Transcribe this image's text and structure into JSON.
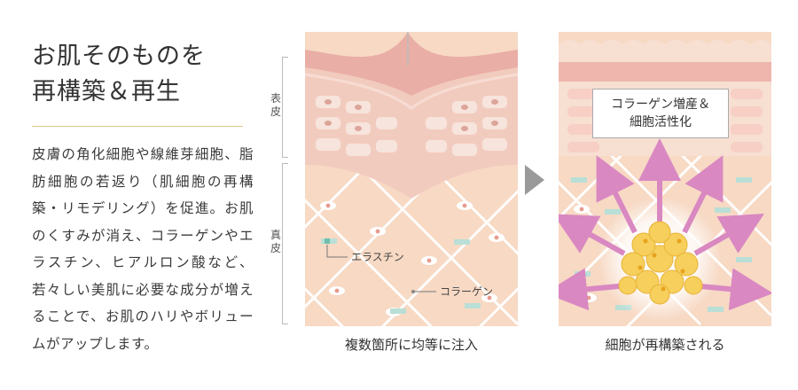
{
  "heading": {
    "line1": "お肌そのものを",
    "line2": "再構築＆再生"
  },
  "body_text": "皮膚の角化細胞や線維芽細胞、脂肪細胞の若返り（肌細胞の再構築・リモデリング）を促進。お肌のくすみが消え、コラーゲンやエラスチン、ヒアルロン酸など、若々しい美肌に必要な成分が増えることで、お肌のハリやボリュームがアップします。",
  "layers": {
    "epidermis": "表皮",
    "dermis": "真皮"
  },
  "left_panel": {
    "callout_elastin": "エラスチン",
    "callout_collagen": "コラーゲン",
    "caption": "複数箇所に均等に注入"
  },
  "right_panel": {
    "box_line1": "コラーゲン増産＆",
    "box_line2": "細胞活性化",
    "caption": "細胞が再構築される"
  },
  "colors": {
    "epidermis_band": "#efbcb6",
    "dermis": "#f7d9c4",
    "fiber": "#ffffff",
    "elastin": "#b9dfd6",
    "arrow": "#d988c1",
    "fat_cell": "#f4c84f",
    "chevron": "#9a9a9a"
  }
}
